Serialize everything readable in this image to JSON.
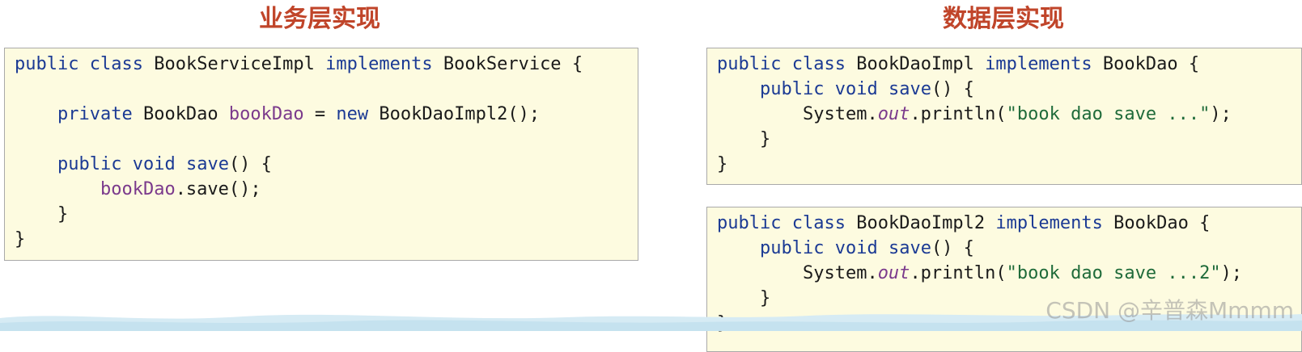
{
  "titles": {
    "left": "业务层实现",
    "right": "数据层实现"
  },
  "service_impl": {
    "l1_public": "public",
    "l1_class": "class",
    "l1_name": "BookServiceImpl",
    "l1_implements": "implements",
    "l1_iface": "BookService",
    "l1_brace": "{",
    "l3_private": "private",
    "l3_type": "BookDao",
    "l3_field": "bookDao",
    "l3_eq": "=",
    "l3_new": "new",
    "l3_ctor": "BookDaoImpl2();",
    "l5_public": "public",
    "l5_void": "void",
    "l5_method": "save",
    "l5_rest": "() {",
    "l6_field": "bookDao",
    "l6_rest": ".save();",
    "l7_close": "}",
    "l8_close": "}"
  },
  "dao_impl": {
    "l1_public": "public",
    "l1_class": "class",
    "l1_name": "BookDaoImpl",
    "l1_implements": "implements",
    "l1_iface": "BookDao",
    "l1_brace": "{",
    "l2_public": "public",
    "l2_void": "void",
    "l2_method": "save",
    "l2_rest": "() {",
    "l3_system": "System.",
    "l3_out": "out",
    "l3_println": ".println(",
    "l3_string": "\"book dao save ...\"",
    "l3_end": ");",
    "l4_close": "}",
    "l5_close": "}"
  },
  "dao_impl2": {
    "l1_public": "public",
    "l1_class": "class",
    "l1_name": "BookDaoImpl2",
    "l1_implements": "implements",
    "l1_iface": "BookDao",
    "l1_brace": "{",
    "l2_public": "public",
    "l2_void": "void",
    "l2_method": "save",
    "l2_rest": "() {",
    "l3_system": "System.",
    "l3_out": "out",
    "l3_println": ".println(",
    "l3_string": "\"book dao save ...2\"",
    "l3_end": ");",
    "l4_close": "}",
    "l5_close": "}"
  },
  "watermark": "CSDN @辛普森Mmmm",
  "colors": {
    "title": "#c0452a",
    "code_bg": "#fdfbe0",
    "keyword": "#1b3a94",
    "field": "#7b3a8c",
    "string": "#1f6b3a",
    "wave": "#cfe6f1"
  }
}
